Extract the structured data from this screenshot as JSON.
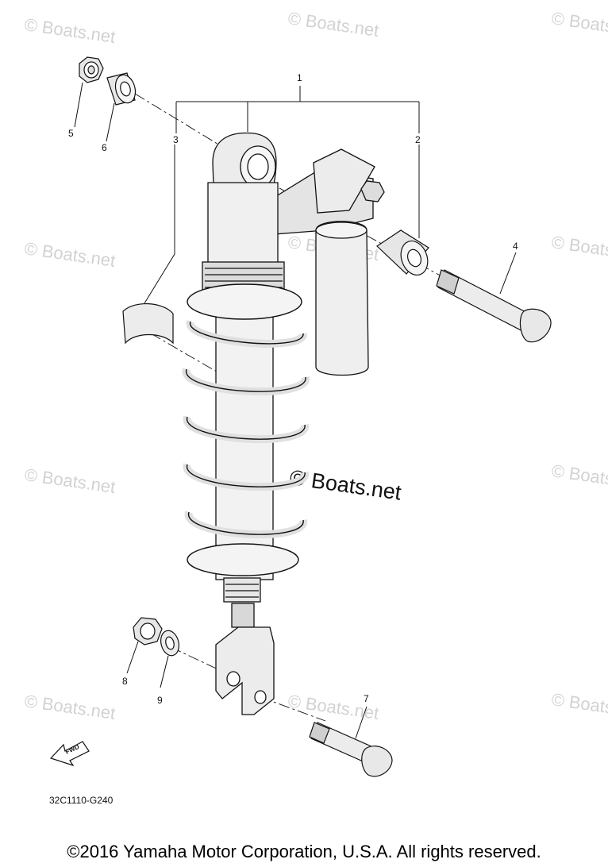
{
  "watermark": {
    "text": "© Boats.net",
    "large_text": "© Boats.net"
  },
  "callouts": {
    "c1": "1",
    "c2": "2",
    "c3": "3",
    "c4": "4",
    "c5": "5",
    "c6": "6",
    "c7": "7",
    "c8": "8",
    "c9": "9"
  },
  "diagram_code": "32C1110-G240",
  "fwd_label": "FWD",
  "copyright": "©2016 Yamaha Motor Corporation, U.S.A. All rights reserved."
}
